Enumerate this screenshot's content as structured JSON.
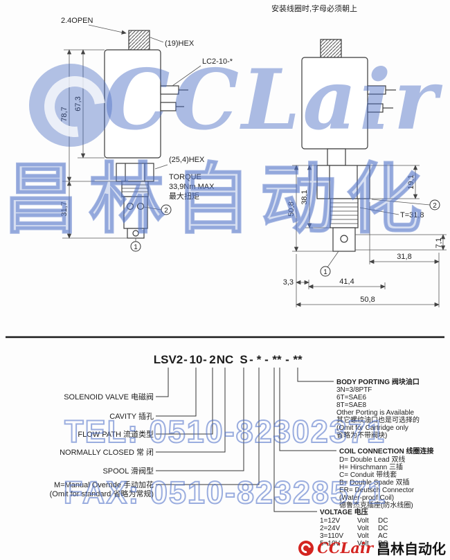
{
  "note_top": "安装线圈时,字母必须朝上",
  "watermark": {
    "brand": "CCLair",
    "brand_cn": "昌林自动化",
    "tel": "TEL: 0510-82302371",
    "fax": "FAX: 0510-82328571",
    "color": "#3f63be"
  },
  "footer": {
    "brand": "CCLair",
    "brand_cn": "昌林自动化",
    "color": "#d42420"
  },
  "drawing": {
    "callout_1": "1",
    "callout_2": "2",
    "front": {
      "open_label": "2.4OPEN",
      "hex_coil": "(19)HEX",
      "cavity": "LC2-10-*",
      "hex_nut": "(25,4)HEX",
      "torque_line1": "TORQUE",
      "torque_line2": "33,9Nm MAX",
      "torque_line3": "最大扭矩",
      "dim_overall": "78,7",
      "dim_coil": "67,3",
      "dim_cartridge": "31,7"
    },
    "side": {
      "dim_overall": "50,8",
      "dim_upper": "38,1",
      "dim_hex": "19,1",
      "thread": "T=31,8",
      "dim_port": "7,1",
      "dim_b_318": "31,8",
      "dim_b_33": "3,3",
      "dim_b_414": "41,4",
      "dim_b_508": "50,8"
    }
  },
  "model_code": {
    "sep": "-",
    "parts": [
      "LSV2",
      "10",
      "2",
      "NC",
      "S",
      "*",
      "**",
      "**"
    ]
  },
  "left_labels": [
    "SOLENOID VALVE 电磁阀",
    "CAVITY 插孔",
    "FLOW PATH 流道类型",
    "NORMALLY CLOSED 常 闭",
    "SPOOL 滑阀型",
    "M=Manual Override 手动加花",
    "(Omit for standard 省略为常规)"
  ],
  "sections": {
    "body_porting": {
      "title": "BODY PORTING 阀块油口",
      "lines": [
        "3N=3/8PTF",
        "6T=SAE6",
        "8T=SAE8",
        "Other Porting is Available",
        "其它螺纹油口也是可选择的",
        "(Omit for Cartridge only",
        "省略为不带阀块)"
      ]
    },
    "coil_connection": {
      "title": "COIL CONNECTION 线圈连接",
      "lines": [
        "D= Double Lead 双线",
        "H= Hirschmann 三插",
        "C= Conduit 带线套",
        "B= Double Spade 双插",
        "ER= Deutsch Connector",
        "(Water-proof Coil)",
        "德鲁杰克插座(防水线圈)"
      ]
    },
    "voltage": {
      "title": "VOLTAGE 电压",
      "rows": [
        {
          "code": "1=12V",
          "unit": "Volt",
          "type": "DC"
        },
        {
          "code": "2=24V",
          "unit": "Volt",
          "type": "DC"
        },
        {
          "code": "3=110V",
          "unit": "Volt",
          "type": "AC"
        },
        {
          "code": "5=10V",
          "unit": "Volt",
          "type": "DC"
        }
      ]
    }
  }
}
